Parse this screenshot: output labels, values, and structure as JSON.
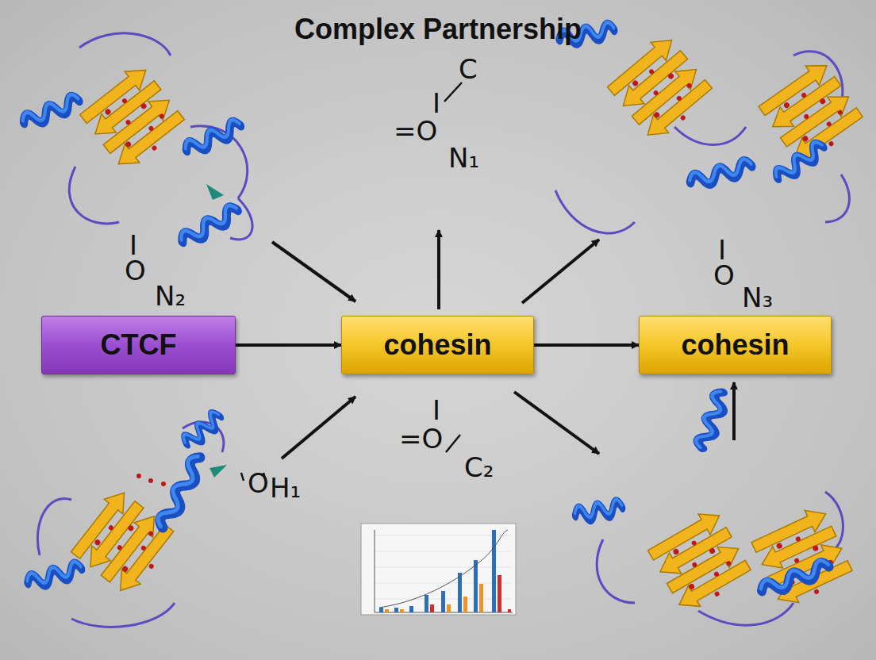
{
  "diagram": {
    "title": "Complex Partnership",
    "nodes": [
      {
        "text": [
          "CTCF"
        ]
      },
      {
        "text": [
          "cohesin"
        ]
      },
      {
        "text": [
          "cohesin"
        ]
      }
    ],
    "edges": [
      {
        "from": 0,
        "to": 1,
        "arrow": "to"
      },
      {
        "from": 1,
        "to": 2,
        "arrow": "to"
      }
    ],
    "labels": [
      "C",
      "I",
      "=O",
      "N₁",
      "I",
      "O",
      "N₂",
      "I",
      "O",
      "N₃",
      "O",
      "H₁",
      "I",
      "=O",
      "C₂"
    ]
  }
}
